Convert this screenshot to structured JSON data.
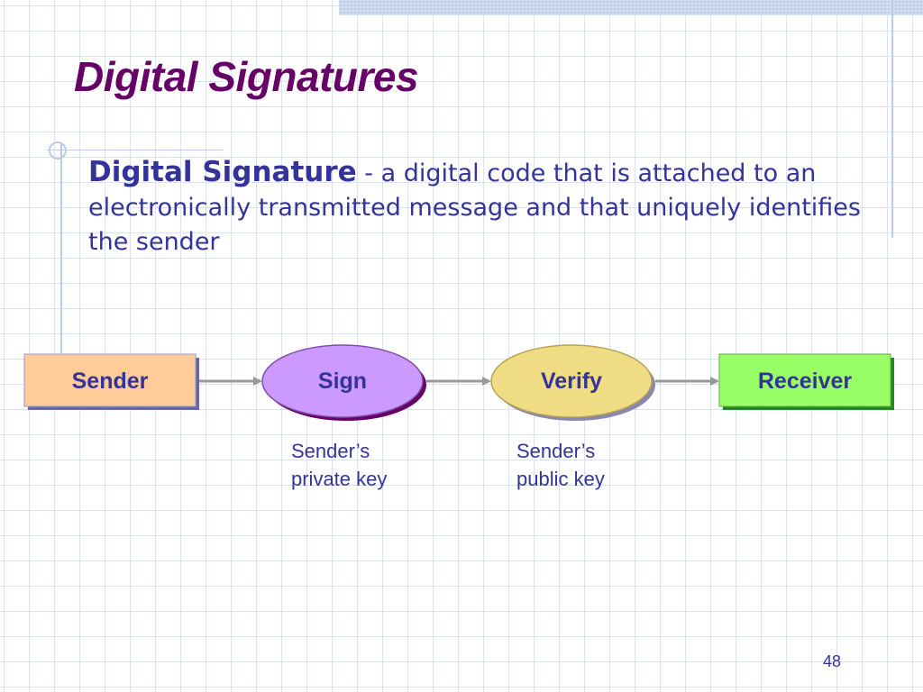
{
  "slide": {
    "title": "Digital Signatures",
    "definition": {
      "term": "Digital Signature",
      "separator": " - ",
      "text": "a digital code that is attached to an electronically transmitted message and that uniquely identifies the sender"
    },
    "page_number": "48"
  },
  "diagram": {
    "nodes": [
      {
        "id": "sender",
        "label": "Sender",
        "shape": "rectangle",
        "fill": "#ffcc99"
      },
      {
        "id": "sign",
        "label": "Sign",
        "shape": "ellipse",
        "fill": "#cc99ff"
      },
      {
        "id": "verify",
        "label": "Verify",
        "shape": "ellipse",
        "fill": "#f0dc82"
      },
      {
        "id": "receiver",
        "label": "Receiver",
        "shape": "rectangle",
        "fill": "#99ff66"
      }
    ],
    "edges": [
      {
        "from": "sender",
        "to": "sign"
      },
      {
        "from": "sign",
        "to": "verify"
      },
      {
        "from": "verify",
        "to": "receiver"
      }
    ],
    "annotations": {
      "sign_key": {
        "line1": "Sender’s",
        "line2": "private key"
      },
      "verify_key": {
        "line1": "Sender’s",
        "line2": "public key"
      }
    }
  },
  "colors": {
    "title": "#660066",
    "body_text": "#333399",
    "arrow": "#999999"
  }
}
